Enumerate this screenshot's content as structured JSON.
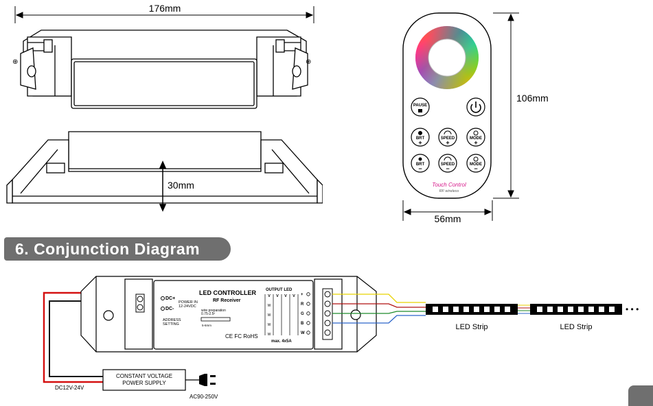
{
  "dimensions": {
    "length": "176mm",
    "height": "30mm",
    "remote_height": "106mm",
    "remote_width": "56mm"
  },
  "remote": {
    "buttons": {
      "pause": "PAUSE",
      "brt_up": "BRT",
      "speed_up": "SPEED",
      "mode_up": "MODE",
      "brt_down": "BRT",
      "speed_down": "SPEED",
      "mode_down": "MODE"
    },
    "brand_line1": "Touch Control",
    "brand_line2": "RF wireless"
  },
  "section": {
    "title": "6. Conjunction Diagram"
  },
  "controller": {
    "title": "LED CONTROLLER",
    "subtitle": "RF Receiver",
    "dc_plus": "DC+",
    "dc_minus": "DC-",
    "power_in_line1": "POWER IN",
    "power_in_line2": "12-24VDC",
    "wire_prep_line1": "wire preparation",
    "wire_prep_line2": "0.75-2.5²",
    "wire_strip": "5-6mm",
    "address_line1": "ADDRESS",
    "address_line2": "SETTING",
    "certifications": "CE FC RoHS",
    "output_led": "OUTPUT LED",
    "max_current": "max. 4x5A",
    "terminals": [
      "+",
      "R",
      "G",
      "B",
      "W"
    ]
  },
  "power_supply": {
    "line1": "CONSTANT VOLTAGE",
    "line2": "POWER SUPPLY",
    "dc_label": "DC12V-24V",
    "ac_label": "AC90-250V"
  },
  "strips": {
    "label1": "LED Strip",
    "label2": "LED Strip",
    "ellipsis": "• • •"
  },
  "colors": {
    "wire_red": "#d41010",
    "wire_black": "#111111",
    "wire_yellow": "#e8d200",
    "wire_darkred": "#b01010",
    "wire_green": "#1e8a2a",
    "wire_blue": "#2a63c9",
    "header_gray": "#6f6f6f"
  }
}
